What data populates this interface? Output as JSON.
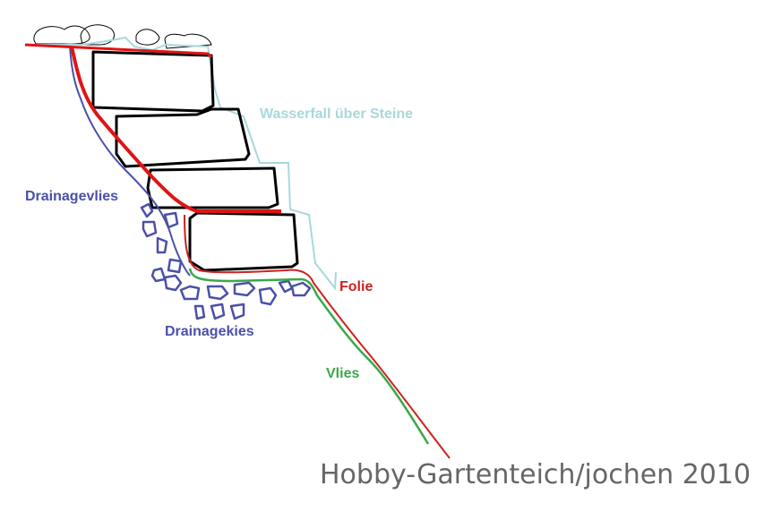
{
  "labels": {
    "waterfall": "Wasserfall über Steine",
    "drainagevlies": "Drainagevlies",
    "folie": "Folie",
    "drainagekies": "Drainagekies",
    "vlies": "Vlies"
  },
  "credit": "Hobby-Gartenteich/jochen 2010",
  "colors": {
    "stone_outline": "#000000",
    "waterfall": "#a8d8dc",
    "folie": "#cc2222",
    "folie_thick": "#e01414",
    "drainage": "#4a50a8",
    "vlies": "#3aa84a",
    "credit_text": "#666666",
    "label_waterfall": "#a8d8dc",
    "label_drainagevlies": "#4a50a8",
    "label_folie": "#cc2222",
    "label_drainagekies": "#4a50a8",
    "label_vlies": "#3aa84a"
  }
}
